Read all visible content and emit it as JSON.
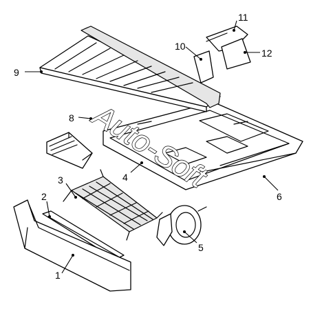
{
  "callouts": [
    {
      "id": "1",
      "text": "1"
    },
    {
      "id": "2",
      "text": "2"
    },
    {
      "id": "3",
      "text": "3"
    },
    {
      "id": "4",
      "text": "4"
    },
    {
      "id": "5",
      "text": "5"
    },
    {
      "id": "6",
      "text": "6"
    },
    {
      "id": "8",
      "text": "8"
    },
    {
      "id": "9",
      "text": "9"
    },
    {
      "id": "10",
      "text": "10"
    },
    {
      "id": "11",
      "text": "11"
    },
    {
      "id": "12",
      "text": "12"
    }
  ],
  "watermark": "Auto-Soft"
}
